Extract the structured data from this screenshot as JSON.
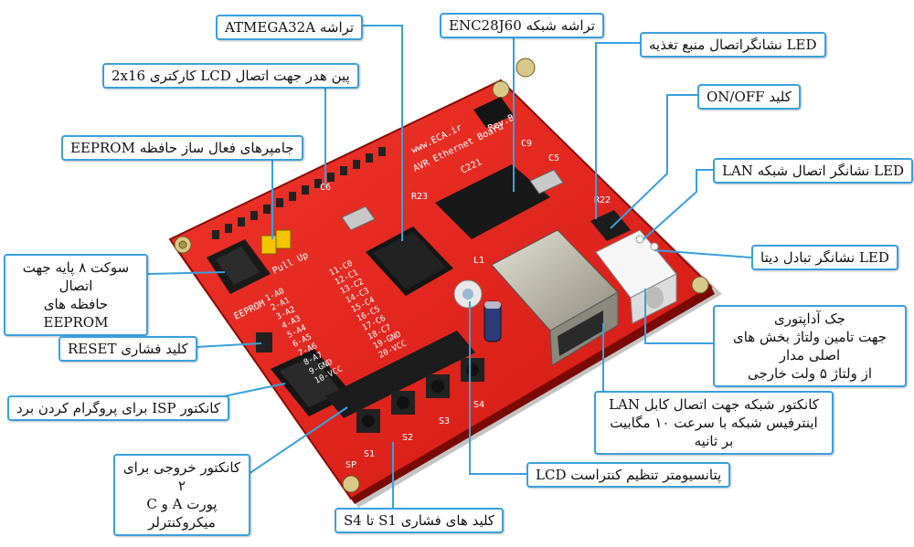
{
  "labels": {
    "mcu": "تراشه ATMEGA32A",
    "enc": "تراشه شبکه ENC28J60",
    "power_led": "LED نشانگراتصال منبع تغذیه",
    "lcd_header": "پین هدر جهت  اتصال LCD کارکتری 2x16",
    "onoff": "کلید ON/OFF",
    "eeprom_jumper": "جامپرهای فعال ساز حافظه EEPROM",
    "lan_led": "LED  نشانگر اتصال شبکه LAN",
    "data_led": "LED نشانگر تبادل دیتا",
    "socket": [
      "سوکت ۸ پایه جهت اتصال",
      "حافظه های EEPROM"
    ],
    "adapter": [
      "جک آداپتوری",
      "جهت تامین ولتاژ بخش های اصلی مدار",
      "از ولتاژ ۵ ولت خارجی"
    ],
    "reset": "کلید فشاری RESET",
    "isp": "کانکتور ISP برای پروگرام کردن برد",
    "lan_conn": [
      "کانکتور شبکه جهت اتصال کابل LAN",
      "اینترفیس شبکه با سرعت ۱۰ مگابیت بر ثانیه"
    ],
    "port_conn": [
      "کانکتور خروجی برای ۲",
      "پورت A و C میکروکنترلر"
    ],
    "pot": "پتانسیومتر تنظیم کنتراست LCD",
    "switches": "کلید های فشاری S1 تا S4"
  },
  "board": {
    "url": "www.ECA.ir",
    "title": "AVR Ethernet Board",
    "rev": "Rev.B",
    "eeprom_text": "EEPROM",
    "pullup": "Pull Up",
    "s_labels": [
      "S1",
      "S2",
      "S3",
      "S4",
      "SP"
    ],
    "chip_labels": [
      "C221",
      "C5",
      "C6",
      "C9",
      "R23",
      "R22",
      "L1"
    ],
    "pin_map": [
      "1-A0",
      "2-A1",
      "3-A2",
      "4-A3",
      "5-A4",
      "6-A5",
      "7-A6",
      "8-A7",
      "9-GND",
      "10-VCC"
    ],
    "pin_map2": [
      "11-C0",
      "12-C1",
      "13-C2",
      "14-C3",
      "15-C4",
      "16-C5",
      "17-C6",
      "18-C7",
      "19-GND",
      "20-VCC"
    ]
  },
  "colors": {
    "pcb": "#e8221c",
    "pcb_dark": "#b8120f",
    "leader": "#3aa0dc",
    "box_border": "#3aa0dc"
  }
}
